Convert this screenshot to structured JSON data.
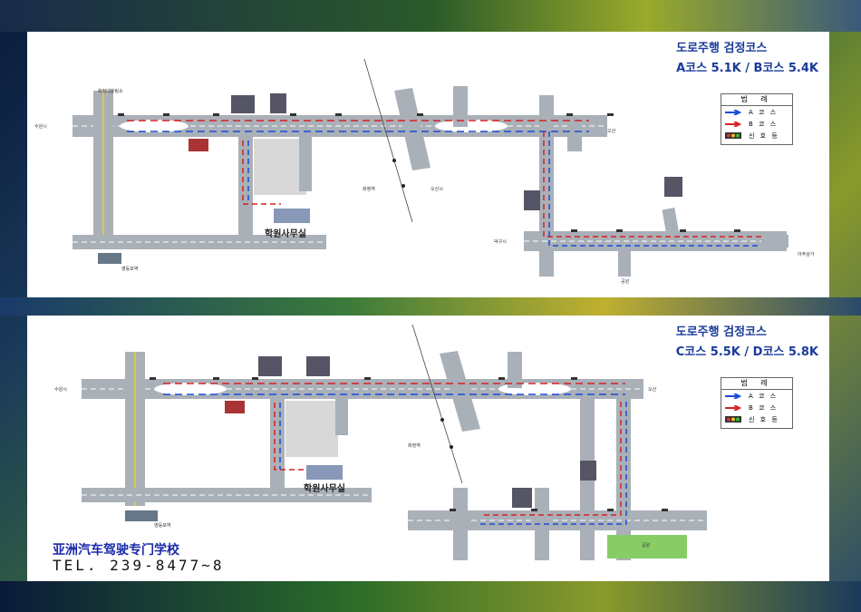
{
  "top_map": {
    "title_line1": "도로주행 검정코스",
    "title_line2": "A코스 5.1K / B코스 5.4K",
    "legend": {
      "header": "범 례",
      "items": [
        {
          "label": "A 코 스",
          "color": "#1a4ad8"
        },
        {
          "label": "B 코 스",
          "color": "#d82020"
        },
        {
          "label": "신 호 등",
          "color": "#30a030"
        }
      ]
    },
    "office_label": "학원사무실",
    "labels": {
      "suwon": "수원시",
      "bridge1": "화정대올림소",
      "yeongdeungpo": "영등포역",
      "hwajeong": "화정역",
      "osan": "오산",
      "osan_city": "오산시",
      "deokgu": "덕구시",
      "gongwon": "공원",
      "ajusangga": "아주상가"
    }
  },
  "bottom_map": {
    "title_line1": "도로주행 검정코스",
    "title_line2": "C코스 5.5K / D코스 5.8K",
    "legend": {
      "header": "범 례",
      "items": [
        {
          "label": "A 코 스",
          "color": "#1a4ad8"
        },
        {
          "label": "B 코 스",
          "color": "#d82020"
        },
        {
          "label": "신 호 등",
          "color": "#30a030"
        }
      ]
    },
    "office_label": "학원사무실",
    "labels": {
      "suwon": "수원시",
      "osan": "오산",
      "hwajeong": "화정역",
      "gongwon": "공원",
      "yeongdeungpo": "영등포역"
    }
  },
  "footer": {
    "school_name": "亚洲汽车驾驶专门学校",
    "tel": "TEL. 239-8477~8"
  }
}
